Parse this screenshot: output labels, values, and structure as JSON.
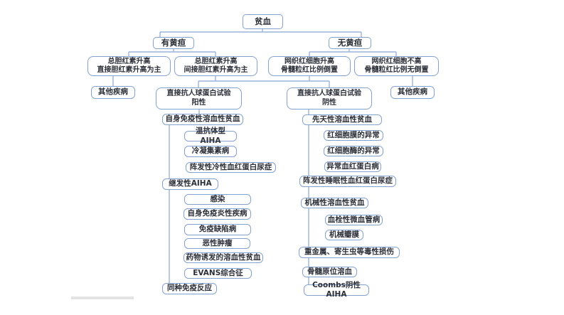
{
  "colors": {
    "background": "#ffffff",
    "box_border": "#84a2cf",
    "connector_line": "#9ab4da",
    "text": "#2b2f38",
    "bottom_bar": "#e3e3e3"
  },
  "nodes": [
    {
      "id": "root",
      "label": "贫血"
    },
    {
      "id": "jaundice-yes",
      "label": "有黄疸"
    },
    {
      "id": "jaundice-no",
      "label": "无黄疸"
    },
    {
      "id": "tbil-direct",
      "label": "总胆红素升高\n直接胆红素升高为主"
    },
    {
      "id": "tbil-indirect",
      "label": "总胆红素升高\n间接胆红素升高为主"
    },
    {
      "id": "retic-high",
      "label": "网织红细胞升高\n骨髓粒红比例倒置"
    },
    {
      "id": "retic-normal",
      "label": "网织红细胞不高\n骨髓粒红比例无倒置"
    },
    {
      "id": "other-disease-left",
      "label": "其他疾病"
    },
    {
      "id": "dat-positive",
      "label": "直接抗人球蛋白试验\n阳性"
    },
    {
      "id": "dat-negative",
      "label": "直接抗人球蛋白试验\n阴性"
    },
    {
      "id": "other-disease-right",
      "label": "其他疾病"
    },
    {
      "id": "autoimmune-ha",
      "label": "自身免疫性溶血性贫血"
    },
    {
      "id": "congenital-ha",
      "label": "先天性溶血性贫血"
    },
    {
      "id": "warm-aiha",
      "label": "温抗体型AIHA"
    },
    {
      "id": "cold-agglutinin",
      "label": "冷凝集素病"
    },
    {
      "id": "pch",
      "label": "阵发性冷性血红蛋白尿症"
    },
    {
      "id": "secondary-aiha",
      "label": "继发性AIHA"
    },
    {
      "id": "infection",
      "label": "感染"
    },
    {
      "id": "autoimmune-inflammatory",
      "label": "自身免疫炎性疾病"
    },
    {
      "id": "immunodeficiency",
      "label": "免疫缺陷病"
    },
    {
      "id": "malignancy",
      "label": "恶性肿瘤"
    },
    {
      "id": "drug-induced-ha",
      "label": "药物诱发的溶血性贫血"
    },
    {
      "id": "evans-syndrome",
      "label": "EVANS综合征"
    },
    {
      "id": "alloimmune-reaction",
      "label": "同种免疫反应"
    },
    {
      "id": "rbc-membrane-abnormal",
      "label": "红细胞膜的异常"
    },
    {
      "id": "rbc-enzyme-abnormal",
      "label": "红细胞酶的异常"
    },
    {
      "id": "hemoglobinopathy",
      "label": "异常血红蛋白病"
    },
    {
      "id": "pnh",
      "label": "阵发性睡眠性血红蛋白尿症"
    },
    {
      "id": "mechanical-ha",
      "label": "机械性溶血性贫血"
    },
    {
      "id": "tma",
      "label": "血栓性微血管病"
    },
    {
      "id": "mechanical-valve",
      "label": "机械瓣膜"
    },
    {
      "id": "toxic-injury",
      "label": "重金属、寄生虫等毒性损伤"
    },
    {
      "id": "marrow-insitu-hemolysis",
      "label": "骨髓原位溶血"
    },
    {
      "id": "coombs-negative-aiha",
      "label": "Coombs阴性AIHA"
    }
  ],
  "hierarchy": {
    "root": [
      "jaundice-yes",
      "jaundice-no"
    ],
    "jaundice-yes": [
      "tbil-direct",
      "tbil-indirect"
    ],
    "jaundice-no": [
      "retic-high",
      "retic-normal"
    ],
    "tbil-direct": [
      "other-disease-left"
    ],
    "retic-normal": [
      "other-disease-right"
    ],
    "joint_connector": {
      "parents": [
        "tbil-indirect",
        "retic-high"
      ],
      "children": [
        "dat-positive",
        "dat-negative"
      ]
    },
    "dat-positive": [
      "autoimmune-ha"
    ],
    "dat-negative": [
      "congenital-ha"
    ],
    "autoimmune-ha": [
      "warm-aiha",
      "cold-agglutinin",
      "pch",
      "secondary-aiha",
      "alloimmune-reaction"
    ],
    "secondary-aiha": [
      "infection",
      "autoimmune-inflammatory",
      "immunodeficiency",
      "malignancy",
      "drug-induced-ha",
      "evans-syndrome"
    ],
    "congenital-ha": [
      "rbc-membrane-abnormal",
      "rbc-enzyme-abnormal",
      "hemoglobinopathy",
      "pnh",
      "mechanical-ha",
      "toxic-injury",
      "marrow-insitu-hemolysis",
      "coombs-negative-aiha"
    ],
    "mechanical-ha": [
      "tma",
      "mechanical-valve"
    ]
  }
}
